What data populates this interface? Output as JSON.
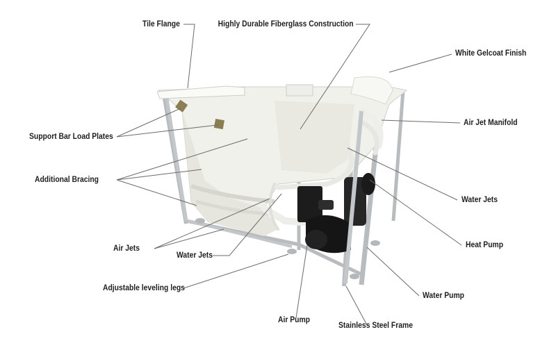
{
  "labels": {
    "tile_flange": "Tile Flange",
    "fiberglass": "Highly Durable Fiberglass Construction",
    "gelcoat": "White Gelcoat Finish",
    "air_jet_manifold": "Air Jet Manifold",
    "support_bar": "Support Bar Load Plates",
    "bracing": "Additional Bracing",
    "water_jets_right": "Water Jets",
    "heat_pump": "Heat Pump",
    "air_jets": "Air Jets",
    "water_jets_left": "Water Jets",
    "leveling_legs": "Adjustable leveling legs",
    "water_pump": "Water Pump",
    "air_pump": "Air Pump",
    "steel_frame": "Stainless Steel Frame"
  },
  "colors": {
    "background": "#ffffff",
    "label_text": "#1f1f1f",
    "leader_line": "#6a6a6a",
    "fiberglass": "#f1f1ec",
    "fiberglass_shade": "#d9d9d2",
    "steel": "#b9bcbf",
    "pump": "#1c1c1c"
  }
}
